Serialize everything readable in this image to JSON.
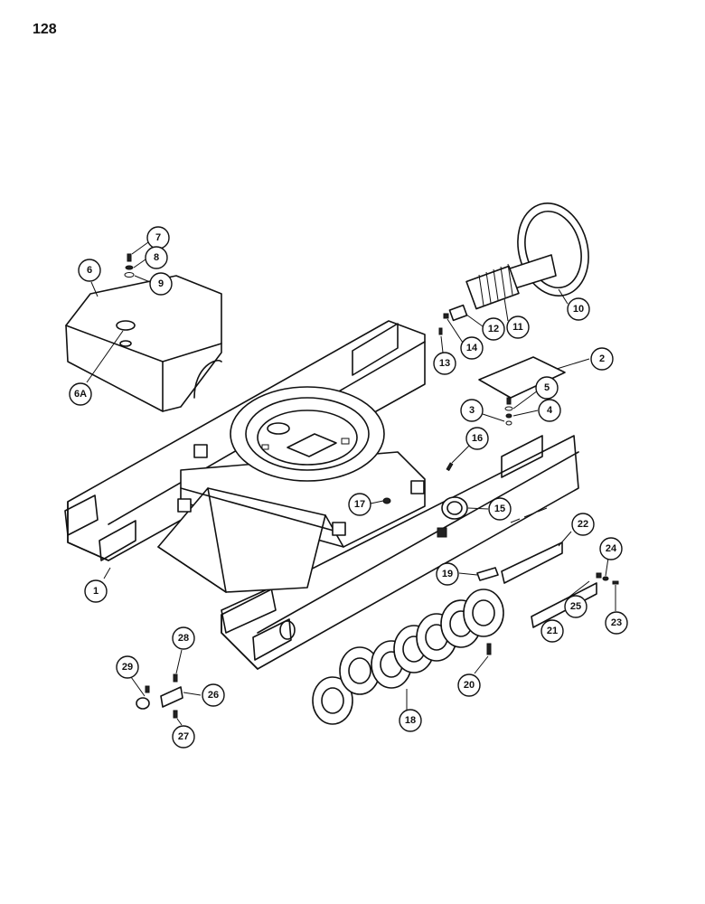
{
  "page_number": "128",
  "callouts": [
    {
      "id": "1",
      "label": "1"
    },
    {
      "id": "2",
      "label": "2"
    },
    {
      "id": "3",
      "label": "3"
    },
    {
      "id": "4",
      "label": "4"
    },
    {
      "id": "5",
      "label": "5"
    },
    {
      "id": "6",
      "label": "6"
    },
    {
      "id": "6a",
      "label": "6A"
    },
    {
      "id": "7",
      "label": "7"
    },
    {
      "id": "8",
      "label": "8"
    },
    {
      "id": "9",
      "label": "9"
    },
    {
      "id": "10",
      "label": "10"
    },
    {
      "id": "11",
      "label": "11"
    },
    {
      "id": "12",
      "label": "12"
    },
    {
      "id": "13",
      "label": "13"
    },
    {
      "id": "14",
      "label": "14"
    },
    {
      "id": "15",
      "label": "15"
    },
    {
      "id": "16",
      "label": "16"
    },
    {
      "id": "17",
      "label": "17"
    },
    {
      "id": "18",
      "label": "18"
    },
    {
      "id": "19",
      "label": "19"
    },
    {
      "id": "20",
      "label": "20"
    },
    {
      "id": "21",
      "label": "21"
    },
    {
      "id": "22",
      "label": "22"
    },
    {
      "id": "23",
      "label": "23"
    },
    {
      "id": "24",
      "label": "24"
    },
    {
      "id": "25",
      "label": "25"
    },
    {
      "id": "26",
      "label": "26"
    },
    {
      "id": "27",
      "label": "27"
    },
    {
      "id": "28",
      "label": "28"
    },
    {
      "id": "29",
      "label": "29"
    }
  ]
}
